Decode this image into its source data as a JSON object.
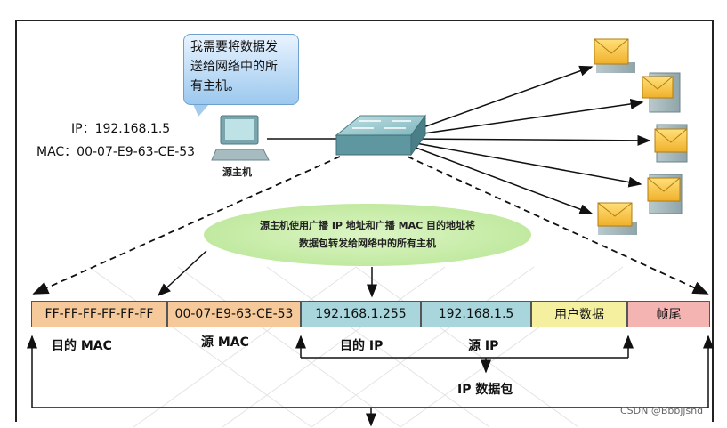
{
  "bubble": {
    "text": "我需要将数据发\n送给网络中的所\n有主机。"
  },
  "source_host": {
    "ip_line": "IP：192.168.1.5",
    "mac_line": "MAC：00-07-E9-63-CE-53",
    "label": "源主机"
  },
  "cloud": {
    "line1": "源主机使用广播 IP 地址和广播 MAC 目的地址将",
    "line2": "数据包转发给网络中的所有主机"
  },
  "packet": {
    "fields": [
      {
        "text": "FF-FF-FF-FF-FF-FF",
        "color": "#f6c99a"
      },
      {
        "text": "00-07-E9-63-CE-53",
        "color": "#f6c99a"
      },
      {
        "text": "192.168.1.255",
        "color": "#a8d6dc"
      },
      {
        "text": "192.168.1.5",
        "color": "#a8d6dc"
      },
      {
        "text": "用户数据",
        "color": "#f5f0a0"
      },
      {
        "text": "帧尾",
        "color": "#f4b4b2"
      }
    ],
    "labels": {
      "dest_mac": "目的 MAC",
      "src_mac": "源 MAC",
      "dest_ip": "目的 IP",
      "src_ip": "源 IP",
      "ip_packet": "IP 数据包"
    }
  },
  "watermark": "CSDN @Bbbjjsnd",
  "icons": [
    "computer-icon",
    "switch-icon",
    "envelope-icon"
  ]
}
